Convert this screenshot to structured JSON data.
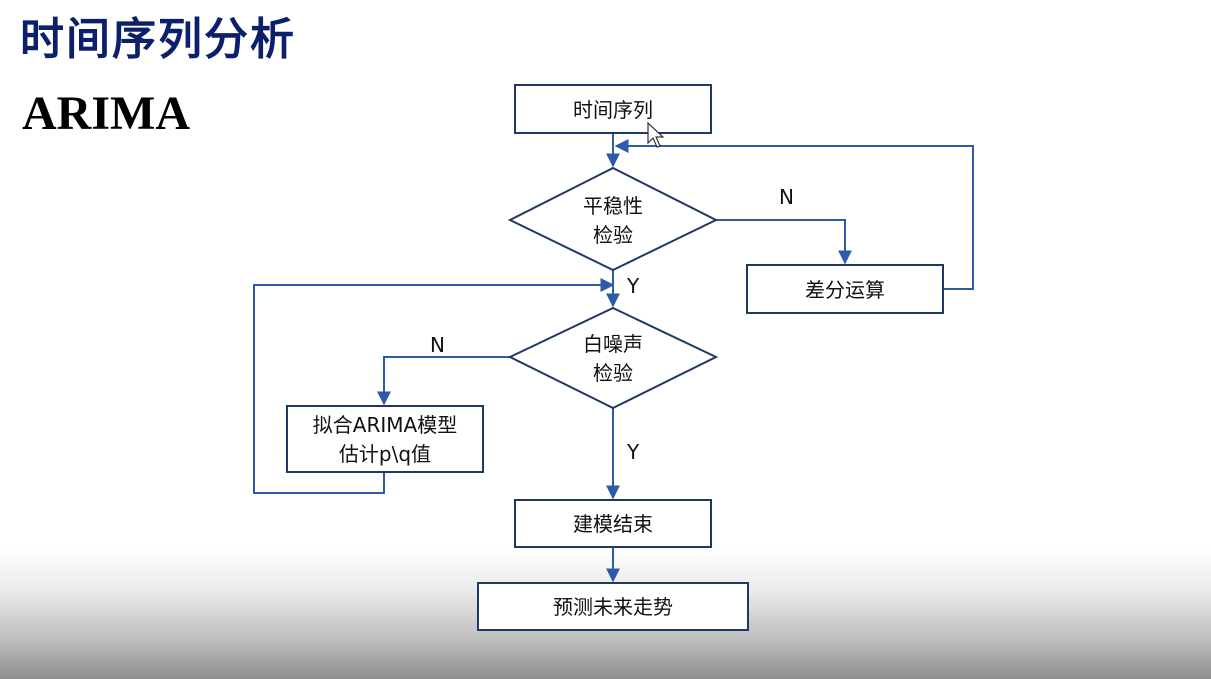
{
  "slide": {
    "title": "时间序列分析",
    "subtitle": "ARIMA"
  },
  "nodes": {
    "time_series": "时间序列",
    "stationarity_line1": "平稳性",
    "stationarity_line2": "检验",
    "difference": "差分运算",
    "white_noise_line1": "白噪声",
    "white_noise_line2": "检验",
    "fit_model_line1": "拟合ARIMA模型",
    "fit_model_line2": "估计p\\q值",
    "modeling_done": "建模结束",
    "forecast": "预测未来走势"
  },
  "edges": {
    "stationarity_no": "N",
    "stationarity_yes": "Y",
    "white_noise_no": "N",
    "white_noise_yes": "Y"
  },
  "colors": {
    "title": "#0b1f6b",
    "box_border": "#1f3864",
    "connector": "#2e5aa8"
  },
  "icons": {
    "cursor": "mouse-pointer-icon"
  }
}
